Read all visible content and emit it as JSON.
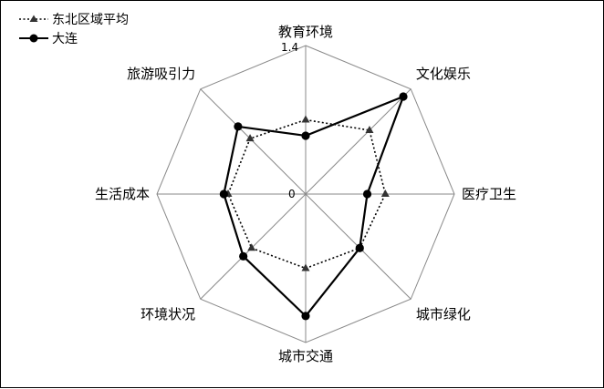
{
  "chart_data": {
    "type": "radar",
    "categories": [
      "教育环境",
      "文化娱乐",
      "医疗卫生",
      "城市绿化",
      "城市交通",
      "环境状况",
      "生活成本",
      "旅游吸引力"
    ],
    "series": [
      {
        "name": "东北区域平均",
        "values": [
          0.7,
          0.85,
          0.75,
          0.72,
          0.7,
          0.72,
          0.73,
          0.74
        ],
        "line_style": "dotted",
        "marker": "triangle",
        "color": "#000000"
      },
      {
        "name": "大连",
        "values": [
          0.55,
          1.3,
          0.58,
          0.72,
          1.15,
          0.83,
          0.77,
          0.9
        ],
        "line_style": "solid",
        "marker": "circle",
        "color": "#000000"
      }
    ],
    "rlim": [
      0,
      1.4
    ],
    "tick_labels": [
      "0",
      "1.4"
    ],
    "grid": true,
    "legend_position": "top-left"
  }
}
